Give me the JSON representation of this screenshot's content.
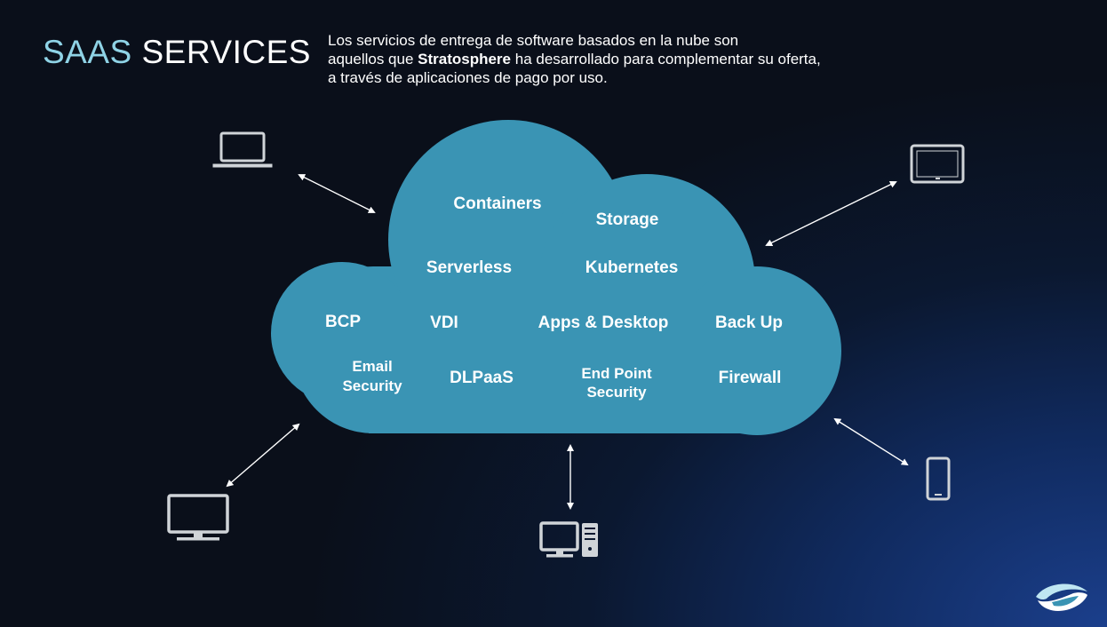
{
  "header": {
    "title_part1": "SAAS",
    "title_part2": "SERVICES"
  },
  "description": {
    "line1": "Los servicios de entrega de software basados en la nube son",
    "line2_pre": "aquellos que ",
    "line2_brand": "Stratosphere",
    "line2_post": " ha desarrollado para complementar su oferta,",
    "line3": "a través de aplicaciones de pago por uso."
  },
  "cloud": {
    "color": "#3a94b4",
    "services": {
      "containers": "Containers",
      "storage": "Storage",
      "serverless": "Serverless",
      "kubernetes": "Kubernetes",
      "bcp": "BCP",
      "vdi": "VDI",
      "apps_desktop": "Apps & Desktop",
      "backup": "Back Up",
      "email_security_l1": "Email",
      "email_security_l2": "Security",
      "dlpaas": "DLPaaS",
      "endpoint_l1": "End Point",
      "endpoint_l2": "Security",
      "firewall": "Firewall"
    }
  },
  "devices": {
    "top_left": "laptop-icon",
    "top_right": "tablet-icon",
    "bottom_left": "monitor-icon",
    "bottom_center": "desktop-tower-icon",
    "bottom_right": "smartphone-icon"
  },
  "logo": "stratosphere-logo-icon"
}
